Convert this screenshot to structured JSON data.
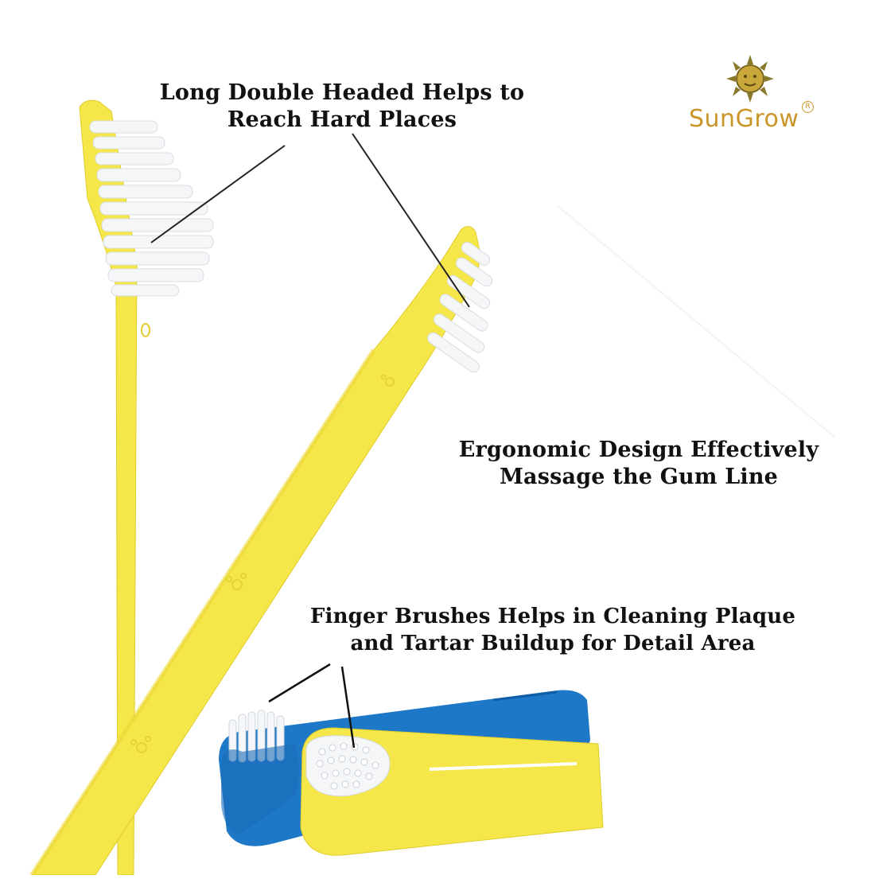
{
  "brand": {
    "name": "SunGrow",
    "registered_mark": "R",
    "color": "#c9962a"
  },
  "captions": [
    {
      "lines": [
        "Long Double Headed Helps to",
        "Reach Hard Places"
      ]
    },
    {
      "lines": [
        "Ergonomic Design Effectively",
        "Massage the Gum Line"
      ]
    },
    {
      "lines": [
        "Finger Brushes Helps in Cleaning Plaque",
        "and Tartar Buildup for Detail Area"
      ]
    }
  ],
  "colors": {
    "brush_yellow": "#f5e64a",
    "brush_yellow_shade": "#e9d62f",
    "finger_blue": "#1e78c8",
    "bristle_white": "#f4f6f8",
    "text": "#111111"
  }
}
